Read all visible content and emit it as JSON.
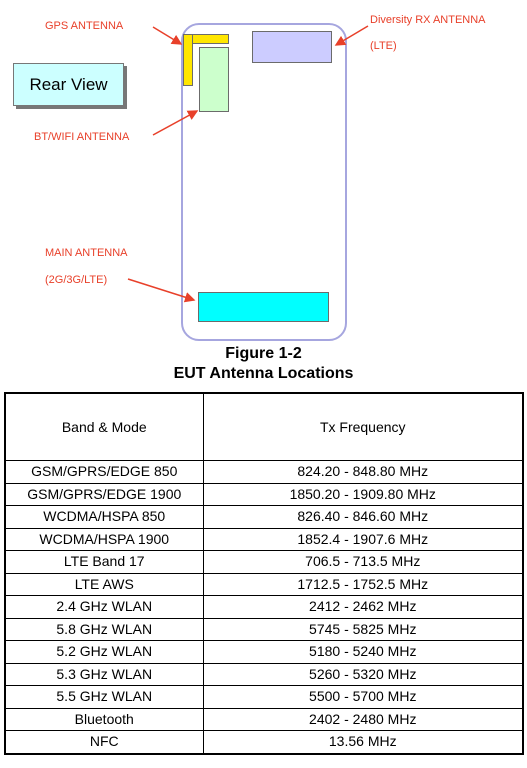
{
  "figure": {
    "rear_view_label": "Rear View",
    "labels": {
      "gps": "GPS ANTENNA",
      "diversity_line1": "Diversity RX ANTENNA",
      "diversity_line2": "(LTE)",
      "btwifi": "BT/WIFI ANTENNA",
      "main_line1": "MAIN ANTENNA",
      "main_line2": "(2G/3G/LTE)"
    },
    "colors": {
      "label_red": "#e8402a",
      "gps_antenna": "#ffe600",
      "diversity_antenna": "#ccccff",
      "btwifi_antenna": "#ccffcc",
      "main_antenna": "#00ffff",
      "phone_outline": "#a6a6df",
      "rear_view_fill": "#ccffff"
    },
    "title": "Figure 1-2",
    "caption": "EUT Antenna Locations"
  },
  "table": {
    "headers": [
      "Band & Mode",
      "Tx Frequency"
    ],
    "rows": [
      [
        "GSM/GPRS/EDGE 850",
        "824.20 - 848.80 MHz"
      ],
      [
        "GSM/GPRS/EDGE 1900",
        "1850.20 - 1909.80 MHz"
      ],
      [
        "WCDMA/HSPA 850",
        "826.40 - 846.60 MHz"
      ],
      [
        "WCDMA/HSPA 1900",
        "1852.4 - 1907.6 MHz"
      ],
      [
        "LTE Band 17",
        "706.5 - 713.5 MHz"
      ],
      [
        "LTE AWS",
        "1712.5 - 1752.5 MHz"
      ],
      [
        "2.4 GHz WLAN",
        "2412 - 2462 MHz"
      ],
      [
        "5.8 GHz WLAN",
        "5745 - 5825 MHz"
      ],
      [
        "5.2 GHz WLAN",
        "5180 - 5240 MHz"
      ],
      [
        "5.3 GHz WLAN",
        "5260 - 5320 MHz"
      ],
      [
        "5.5 GHz WLAN",
        "5500 - 5700 MHz"
      ],
      [
        "Bluetooth",
        "2402 - 2480 MHz"
      ],
      [
        "NFC",
        "13.56 MHz"
      ]
    ]
  }
}
